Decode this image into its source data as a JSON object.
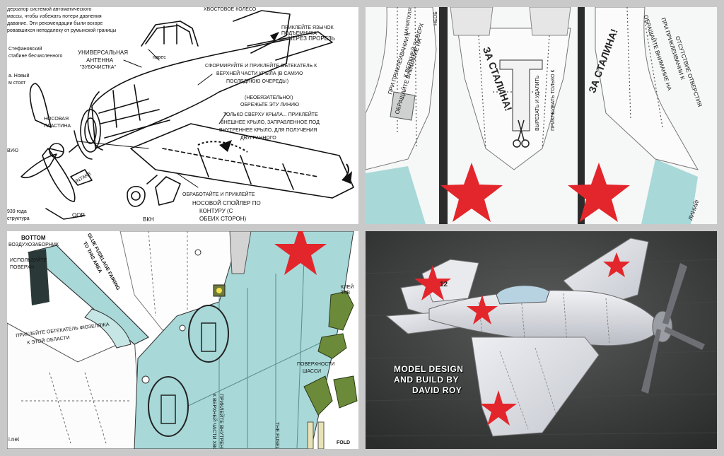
{
  "top_left": {
    "texts": {
      "intro1": "дероатор системой автоматического",
      "intro2": "массы, чтобы избежать потери давления",
      "intro3": "давание. Эти рекомендации были вскоре",
      "intro4": "ровавшихся неподалеку от румынской границы",
      "tail_wheel": "ХВОСТОВОЕ КОЛЕСО",
      "tab_instr1": "ПРИКЛЕЙТЕ ЯЗЫЧОК ПОДЪЕМНИКА",
      "tab_instr2": "ЧЕРЕЗ ПРОРЕЗЬ",
      "stef": "Стефановский",
      "stef2": "стабине бесчисленного",
      "new1": "а. Новый",
      "new2": "м стоят",
      "antenna1": "УНИВЕРСАЛЬНАЯ",
      "antenna2": "АНТЕННА",
      "antenna3": "\"ЗУБОЧИСТКА\"",
      "canopy": "навес",
      "fairing1": "СФОРМИРУЙТЕ И ПРИКЛЕЙТЕ ОБТЕКАТЕЛЬ К",
      "fairing2": "ВЕРХНЕЙ ЧАСТИ КРЫЛА (В САМУЮ",
      "fairing3": "ПОСЛЕДНЮЮ ОЧЕРЕДЬ!)",
      "optional1": "(НЕОБЯЗАТЕЛЬНО!)",
      "optional2": "ОБРЕЖЬТЕ ЭТУ ЛИНИЮ",
      "wing1": "ТОЛЬКО СВЕРХУ КРЫЛА... ПРИКЛЕЙТЕ",
      "wing2": "ВНЕШНЕЕ КРЫЛО, ЗАПРАВЛЕННОЕ ПОД",
      "wing3": "ВНУТРЕННЕЕ КРЫЛО, ДЛЯ ПОЛУЧЕНИЯ",
      "wing4": "ДВУГРАННОГО",
      "nose1": "НОСОВАЯ",
      "nose2": "ПЛАСТИНА",
      "vu": "ВУЮ",
      "intake": "INTAKE",
      "spoiler1": "ОБРАБОТАЙТЕ И ПРИКЛЕЙТЕ",
      "spoiler2": "НОСОВОЙ СПОЙЛЕР ПО",
      "spoiler3": "КОНТУРУ (С",
      "spoiler4": "ОБЕИХ СТОРОН)",
      "year": "939 года",
      "struct": "структура",
      "oop": "OOP",
      "bkh": "ВКН"
    }
  },
  "top_right": {
    "texts": {
      "note_left1": "ОБРАЩАЙТЕ ВНИМАНИЕ НА",
      "note_left2": "ПРИ ПРИКЛЕИВАНИИ К",
      "note_left3": "К ВЕРХНЕЙ ПОВЕРХ",
      "manip": "МАНИПУЛЯТ",
      "neo": "НЕОБ",
      "za_left": "ЗА СТАЛИНА!",
      "za_right": "ЗА СТАЛИНА!",
      "cut1": "ВЫРЕЗАТЬ И УДАЛИТЬ",
      "cut2": "ПРИКЛЕИВАТЬ ТОЛЬКО К",
      "note_right1": "ОБРАЩАЙТЕ ВНИМАНИЕ НА",
      "note_right2": "ПРИ ПРИКЛЕИВАНИИ К",
      "note_right3": "ОТСУТСТВИЕ ОТВЕРСТИЯ",
      "lines": "ЛИНИЙ!"
    },
    "colors": {
      "star": "#e3262b",
      "blue": "#a8d8d8",
      "dark": "#2c2c2c"
    }
  },
  "bottom_left": {
    "texts": {
      "bottom": "BOTTOM",
      "intake_label": "ВОЗДУХОЗАБОРНИК",
      "paint1": "ИСПОЛЬЗУЙТЕ",
      "paint2": "ПОВЕРХН",
      "fuselage1": "ПРИКЛЕЙТЕ ОБТЕКАТЕЛЬ ФЮЗЕЛЯЖА",
      "fuselage2": "К ЭТОЙ ОБЛАСТИ",
      "fairing_en1": "GLUE FUSELAGE FAIRING",
      "fairing_en2": "TO THIS AREA",
      "tab": "КЛЕЙ TAB",
      "gear1": "ПОВЕРХНОСТИ",
      "gear2": "ШАССИ",
      "net": "i.net",
      "inner1": "ПРИКЛЕЙТЕ ВНУТРЕННЕЕ КРЫЛО",
      "inner2": "К ВЕРХНЕЙ ЧАСТИ ХВОСТА",
      "fold": "FOLD",
      "glue_fuse": "THE FUSELAGE"
    },
    "colors": {
      "blue": "#a8d8d8",
      "green": "#6b8a3a",
      "star": "#e3262b"
    }
  },
  "bottom_right": {
    "credit": [
      "MODEL DESIGN",
      "AND BUILD BY",
      "DAVID ROY"
    ],
    "tail_number": "12",
    "colors": {
      "star": "#e3262b",
      "plane": "#e4e6ea"
    }
  }
}
